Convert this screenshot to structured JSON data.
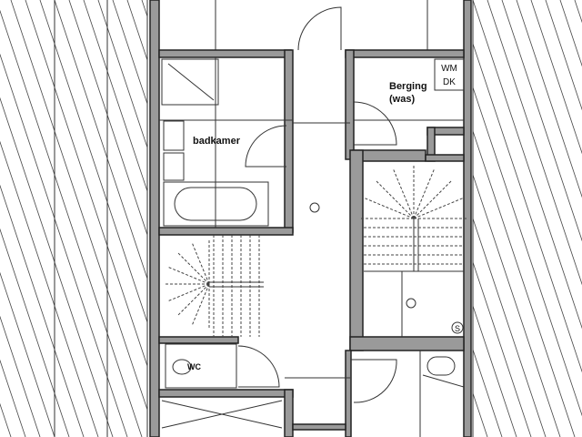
{
  "rooms": {
    "bathroom": "badkamer",
    "storage": "Berging",
    "storage_sub": "(was)",
    "wc": "WC"
  },
  "appliances": {
    "washer": "WM",
    "dryer": "DK"
  },
  "symbols": {
    "shaft": "S"
  },
  "colors": {
    "line": "#222222",
    "wall_fill": "#9a9a9a",
    "background": "#ffffff"
  }
}
